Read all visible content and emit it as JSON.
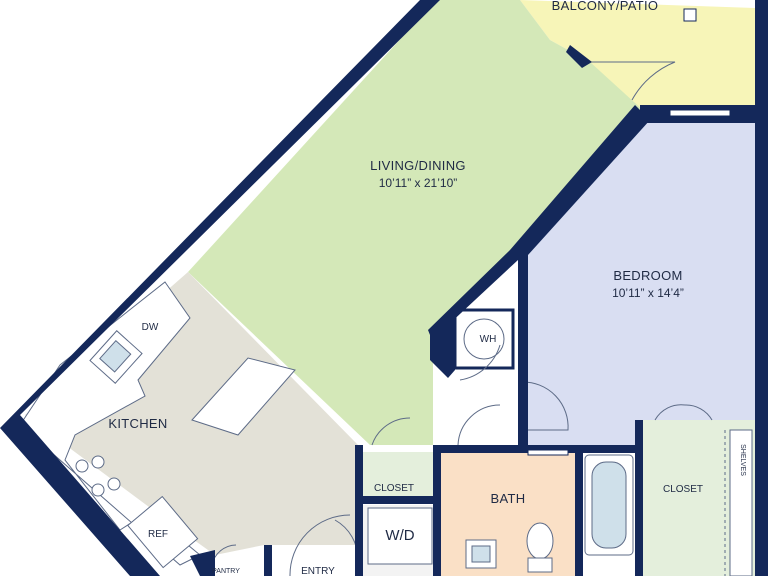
{
  "rooms": {
    "balcony": {
      "name": "BALCONY/PATIO",
      "color": "#f7f5b8"
    },
    "living": {
      "name": "LIVING/DINING",
      "dims": "10’11” x 21’10”",
      "color": "#d4e8b8"
    },
    "bedroom": {
      "name": "BEDROOM",
      "dims": "10’11” x 14’4”",
      "color": "#d9def2"
    },
    "kitchen": {
      "name": "KITCHEN",
      "color": "#e3e1d7"
    },
    "bath": {
      "name": "BATH",
      "color": "#fae0c6"
    },
    "closet_hall": {
      "name": "CLOSET",
      "color": "#e4efdc"
    },
    "closet_bed": {
      "name": "CLOSET",
      "color": "#e4efdc"
    },
    "pantry": {
      "name": "PANTRY"
    },
    "entry": {
      "name": "ENTRY"
    }
  },
  "fixtures": {
    "dishwasher": "DW",
    "refrigerator": "REF",
    "water_heater": "WH",
    "washer_dryer": "W/D",
    "shelves": "SHELVES"
  },
  "colors": {
    "wall": "#14285a",
    "fixture_stroke": "#5d6b87"
  }
}
